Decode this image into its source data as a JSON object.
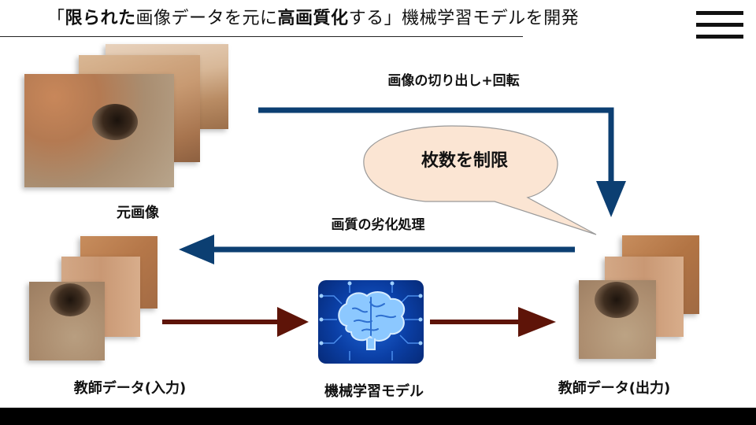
{
  "title": {
    "open_bracket": "「",
    "bold_1": "限られた",
    "normal_1": "画像データを元に",
    "bold_2": "高画質化",
    "normal_2": "する」機械学習モデルを開発"
  },
  "labels": {
    "original_images": "元画像",
    "crop_rotate": "画像の切り出し+回転",
    "limit_count": "枚数を制限",
    "degradation": "画質の劣化処理",
    "teacher_input": "教師データ(入力)",
    "ml_model": "機械学習モデル",
    "teacher_output": "教師データ(出力)"
  },
  "icons": {
    "menu": "hamburger-menu-icon",
    "model": "brain-circuit-icon"
  },
  "colors": {
    "blue_arrow": "#0c3f72",
    "red_arrow": "#5e1408",
    "bubble_fill": "#fbe5d3",
    "ai_blue": "#1f66d8"
  }
}
